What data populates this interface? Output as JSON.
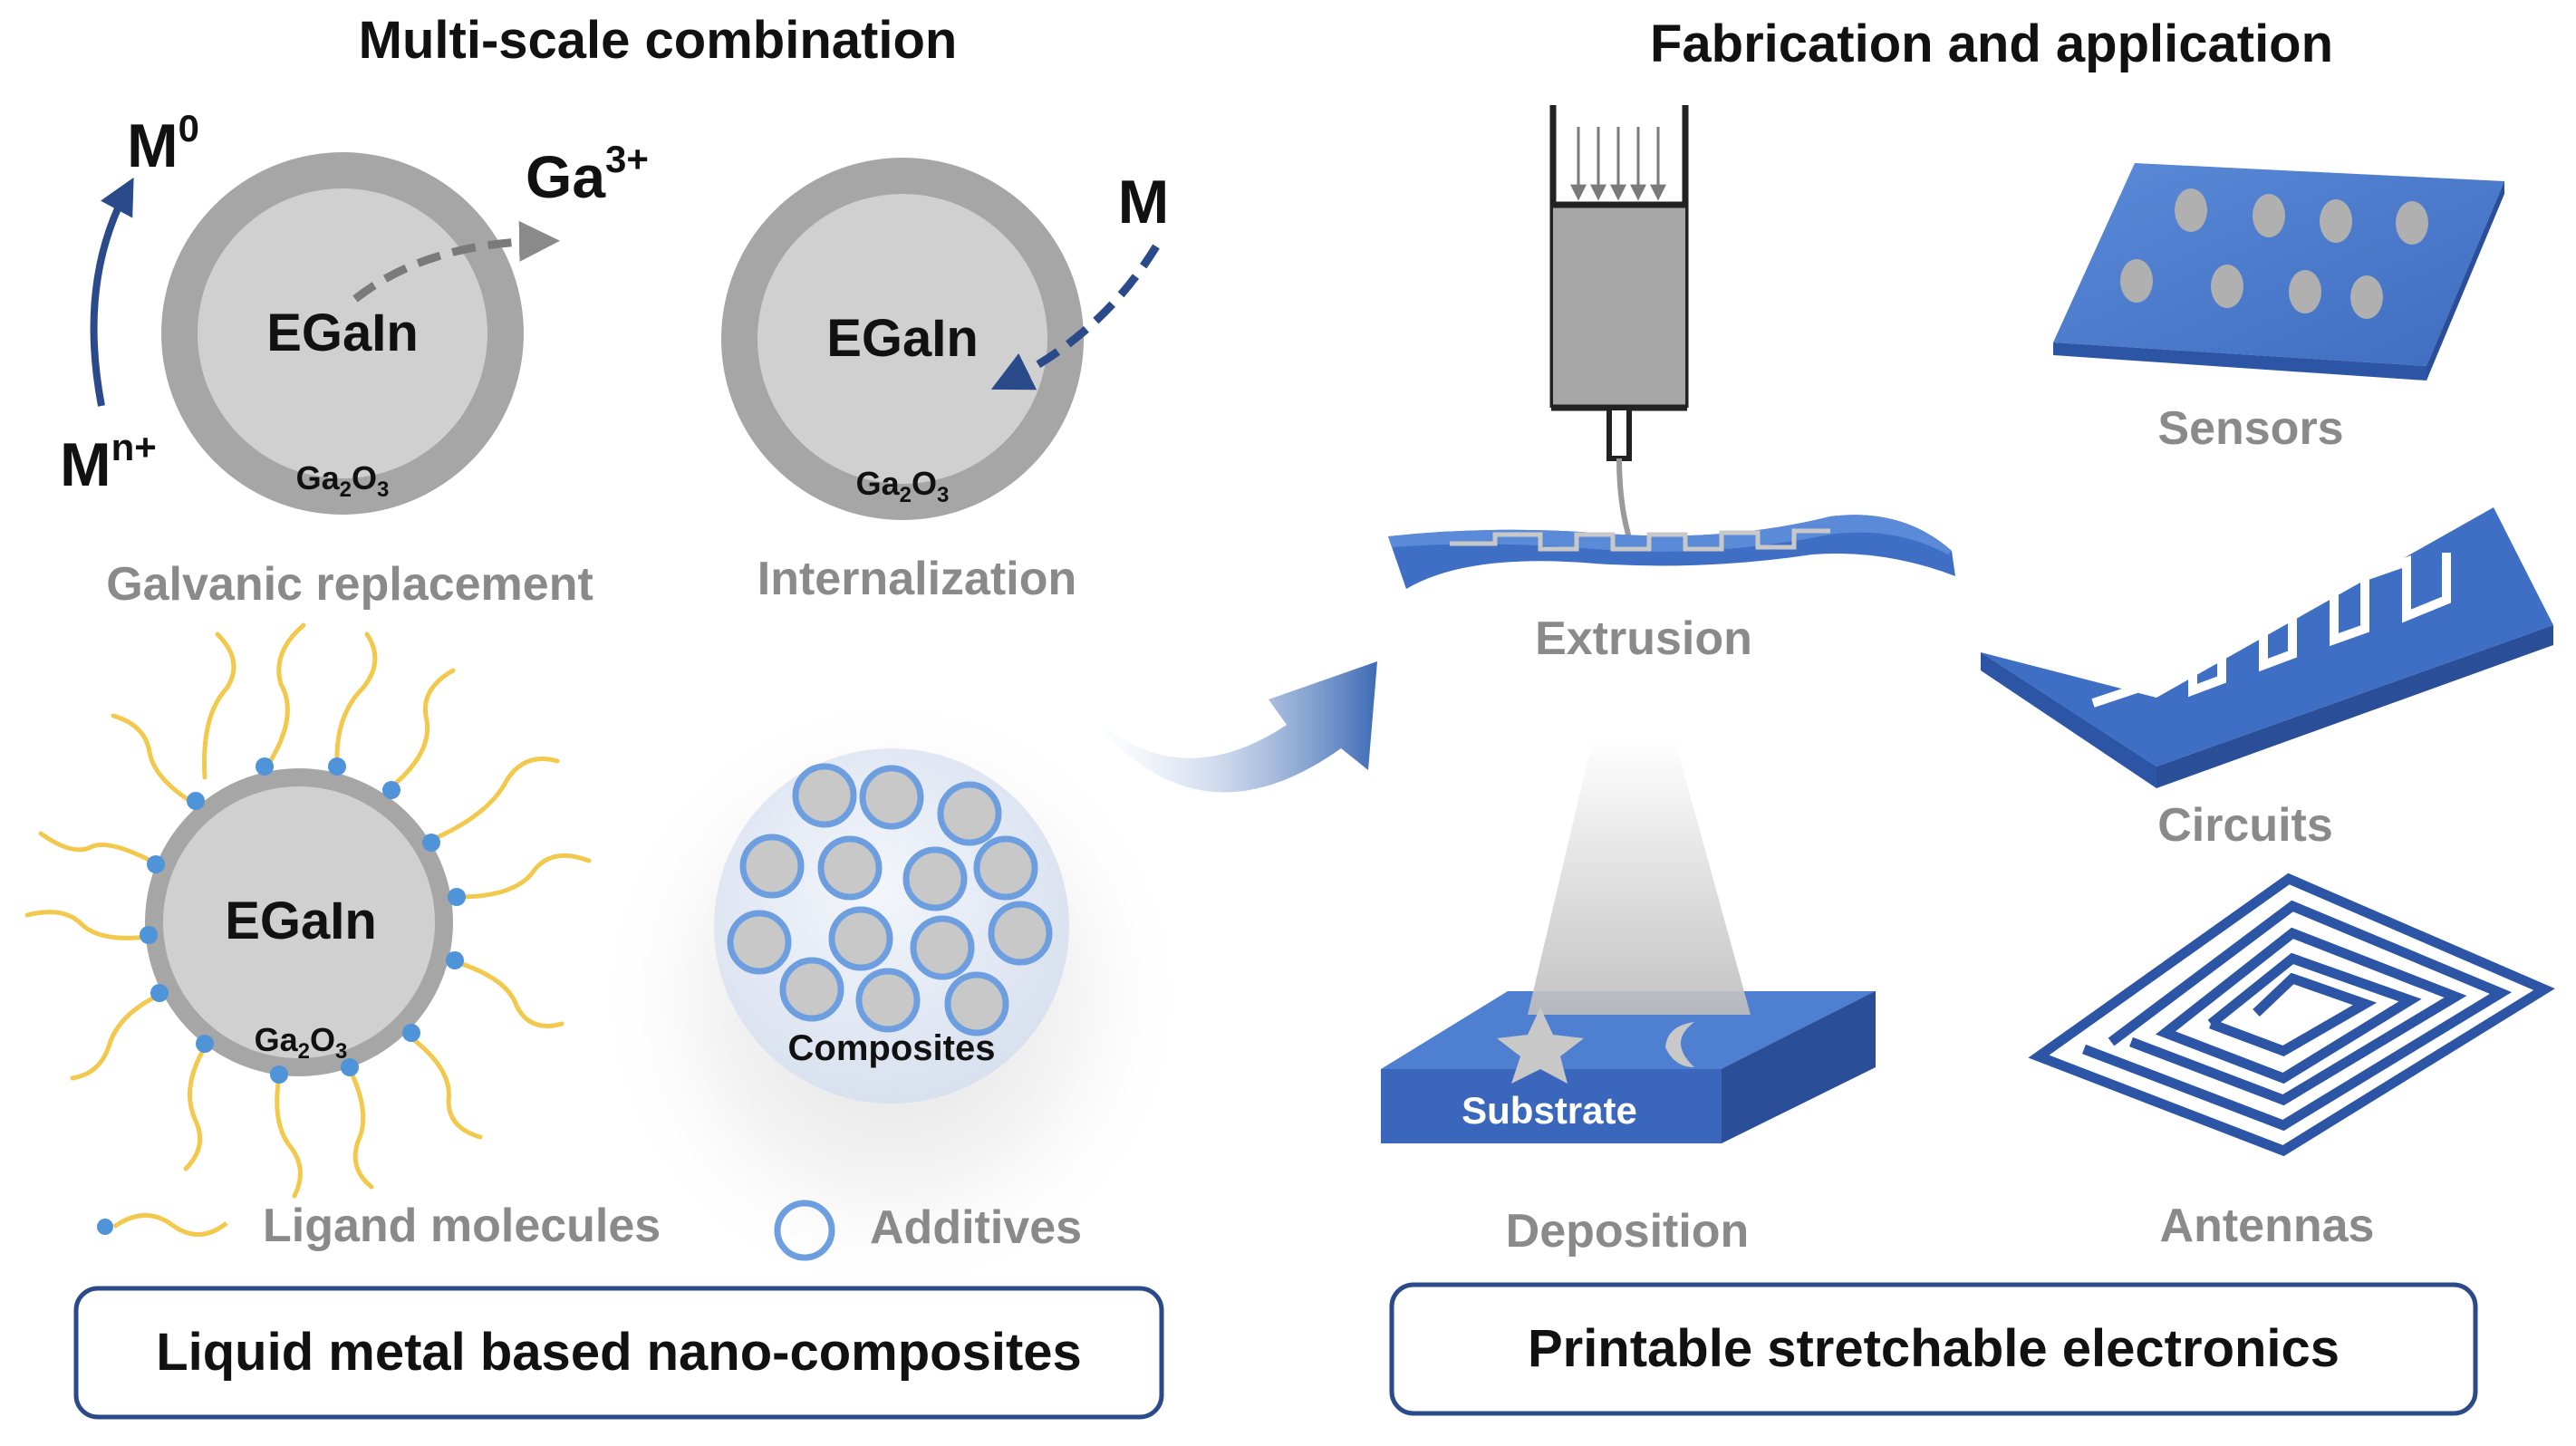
{
  "headings": {
    "left": "Multi-scale combination",
    "right": "Fabrication and application"
  },
  "particles": {
    "core_label": "EGaIn",
    "shell_label_main": "Ga",
    "shell_label_sub1": "2",
    "shell_label_mid": "O",
    "shell_label_sub2": "3"
  },
  "galvanic": {
    "m0_base": "M",
    "m0_sup": "0",
    "ga_base": "Ga",
    "ga_sup": "3+",
    "mn_base": "M",
    "mn_sup": "n+",
    "caption": "Galvanic replacement"
  },
  "internalization": {
    "m_label": "M",
    "caption": "Internalization"
  },
  "composites": {
    "label": "Composites"
  },
  "legend": {
    "ligand": "Ligand molecules",
    "additives": "Additives"
  },
  "boxes": {
    "left": "Liquid metal based nano-composites",
    "right": "Printable stretchable electronics"
  },
  "fabrication": {
    "extrusion": "Extrusion",
    "deposition": "Deposition",
    "substrate": "Substrate"
  },
  "applications": {
    "sensors": "Sensors",
    "circuits": "Circuits",
    "antennas": "Antennas"
  },
  "colors": {
    "blue": "#3f6fc4",
    "blue_dark": "#2c55a6",
    "navy": "#2a4a8a",
    "grey_text": "#8a8a8a",
    "shell": "#a6a6a6",
    "core": "#d0d0d0",
    "ligand": "#f2c94c",
    "dot": "#4f93d9"
  }
}
